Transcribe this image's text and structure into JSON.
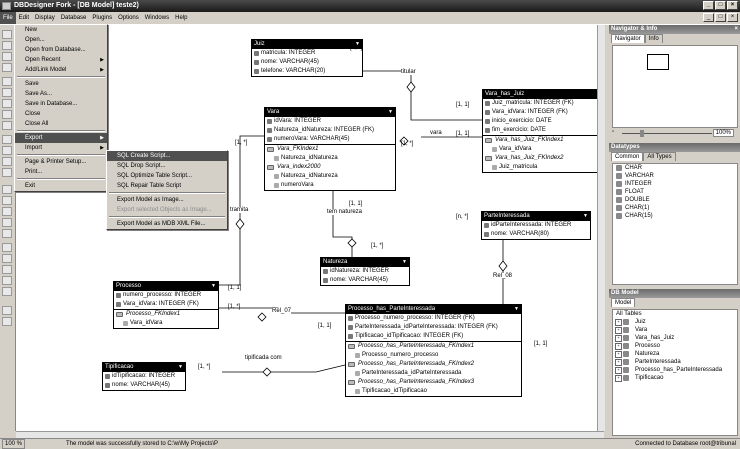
{
  "window": {
    "title": "DBDesigner Fork - [DB Model] teste2)"
  },
  "menubar": [
    "File",
    "Edit",
    "Display",
    "Database",
    "Plugins",
    "Options",
    "Windows",
    "Help"
  ],
  "file_menu": [
    {
      "label": "New"
    },
    {
      "label": "Open..."
    },
    {
      "label": "Open from Database..."
    },
    {
      "label": "Open Recent",
      "arrow": true
    },
    {
      "label": "Add/Link Model",
      "arrow": true
    },
    {
      "sep": true
    },
    {
      "label": "Save"
    },
    {
      "label": "Save As..."
    },
    {
      "label": "Save in Database..."
    },
    {
      "label": "Close"
    },
    {
      "label": "Close All"
    },
    {
      "sep": true
    },
    {
      "label": "Export",
      "arrow": true,
      "hl": true
    },
    {
      "label": "Import",
      "arrow": true
    },
    {
      "sep": true
    },
    {
      "label": "Page & Printer Setup..."
    },
    {
      "label": "Print..."
    },
    {
      "sep": true
    },
    {
      "label": "Exit"
    }
  ],
  "export_menu": [
    {
      "label": "SQL Create Script...",
      "hl": true
    },
    {
      "label": "SQL Drop Script..."
    },
    {
      "label": "SQL Optimize Table Script..."
    },
    {
      "label": "SQL Repair Table Script"
    },
    {
      "sep": true
    },
    {
      "label": "Export Model as Image..."
    },
    {
      "label": "Export selected Objects as Image...",
      "dis": true
    },
    {
      "sep": true
    },
    {
      "label": "Export Model as MDB XML File..."
    }
  ],
  "tables": {
    "juiz": {
      "name": "Juiz",
      "rows": [
        "matricula: INTEGER",
        "nome: VARCHAR(45)",
        "telefone: VARCHAR(20)"
      ]
    },
    "vara": {
      "name": "Vara",
      "rows": [
        "idVara: INTEGER",
        "Natureza_idNatureza: INTEGER (FK)",
        "numeroVara: VARCHAR(45)"
      ],
      "idx": [
        {
          "name": "Vara_FKIndex1",
          "cols": [
            "Natureza_idNatureza"
          ]
        },
        {
          "name": "Vara_index2000",
          "cols": [
            "Natureza_idNatureza",
            "numeroVara"
          ]
        }
      ]
    },
    "vara_has_juiz": {
      "name": "Vara_has_Juiz",
      "rows": [
        "Juiz_matricula: INTEGER (FK)",
        "Vara_idVara: INTEGER (FK)",
        "inicio_exercicio: DATE",
        "fim_exercicio: DATE"
      ],
      "idx": [
        {
          "name": "Vara_has_Juiz_FKIndex1",
          "cols": [
            "Vara_idVara"
          ]
        },
        {
          "name": "Vara_has_Juiz_FKIndex2",
          "cols": [
            "Juiz_matricula"
          ]
        }
      ]
    },
    "natureza": {
      "name": "Natureza",
      "rows": [
        "idNatureza: INTEGER",
        "nome: VARCHAR(45)"
      ]
    },
    "parte": {
      "name": "ParteInteressada",
      "rows": [
        "idParteInteressada: INTEGER",
        "nome: VARCHAR(80)"
      ]
    },
    "processo": {
      "name": "Processo",
      "rows": [
        "numero_processo: INTEGER",
        "Vara_idVara: INTEGER (FK)"
      ],
      "idx": [
        {
          "name": "Processo_FKIndex1",
          "cols": [
            "Vara_idVara"
          ]
        }
      ]
    },
    "pph": {
      "name": "Processo_has_ParteInteressada",
      "rows": [
        "Processo_numero_processo: INTEGER (FK)",
        "ParteInteressada_idParteInteressada: INTEGER (FK)",
        "Tipificacao_idTipificacao: INTEGER (FK)"
      ],
      "idx": [
        {
          "name": "Processo_has_ParteInteressada_FKIndex1",
          "cols": [
            "Processo_numero_processo"
          ]
        },
        {
          "name": "Processo_has_ParteInteressada_FKIndex2",
          "cols": [
            "ParteInteressada_idParteInteressada"
          ]
        },
        {
          "name": "Processo_has_ParteInteressada_FKIndex3",
          "cols": [
            "Tipificacao_idTipificacao"
          ]
        }
      ]
    },
    "tipificacao": {
      "name": "Tipificacao",
      "rows": [
        "idTipificacao: INTEGER",
        "nome: VARCHAR(45)"
      ]
    }
  },
  "relations": {
    "titular": "titular",
    "vara": "vara",
    "tramita": "tramita",
    "tem_natureza": "tem natureza",
    "rel08": "Rel_08",
    "rel07": "Rel_07",
    "tipificada": "tipificada com"
  },
  "cardinalities": {
    "one_many": "[1, *]",
    "one_one": "[1, 1]",
    "n_many": "[n, *]"
  },
  "navigator": {
    "title": "Navigator & Info",
    "tabs": [
      "Navigator",
      "Info"
    ],
    "zoom": "100%"
  },
  "datatypes": {
    "title": "Datatypes",
    "tabs": [
      "Common",
      "All Types"
    ],
    "items": [
      "CHAR",
      "VARCHAR",
      "INTEGER",
      "FLOAT",
      "DOUBLE",
      "CHAR(1)",
      "CHAR(15)"
    ]
  },
  "dbmodel": {
    "title": "DB Model",
    "tab": "Model",
    "root": "All Tables",
    "items": [
      "Juiz",
      "Vara",
      "Vara_has_Juiz",
      "Processo",
      "Natureza",
      "ParteInteressada",
      "Processo_has_ParteInteressada",
      "Tipificacao"
    ]
  },
  "status": {
    "zoom": "100 %",
    "message": "The model was successfully stored to C:\\w\\My Projects\\P",
    "connection": "Connected to Database root@tribunal"
  }
}
